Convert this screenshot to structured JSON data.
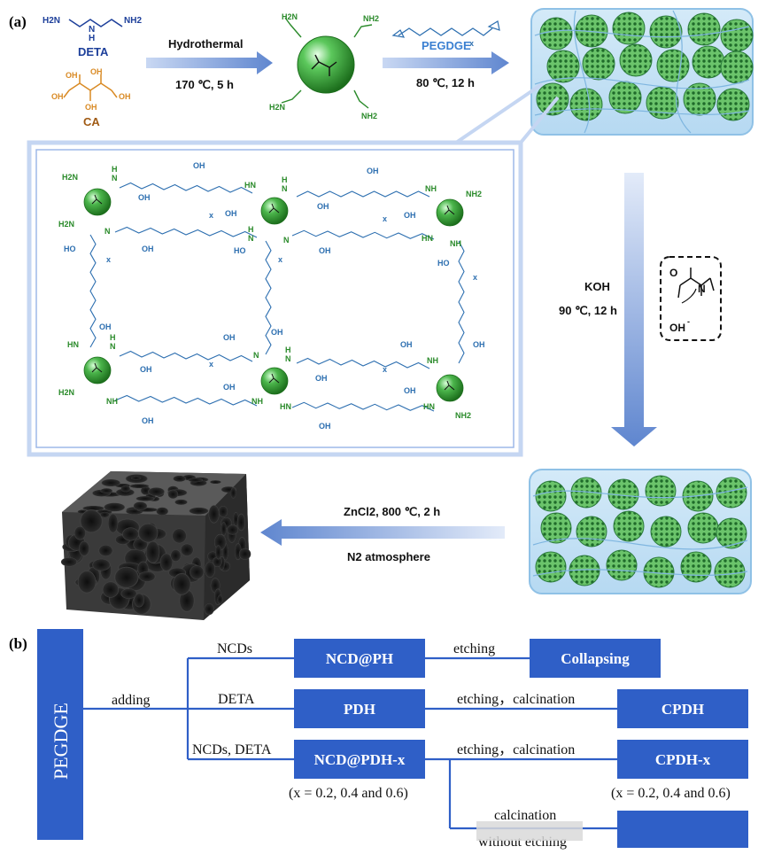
{
  "panel_a": {
    "label": "(a)",
    "deta": {
      "nh2_left": "H2N",
      "nh2_right": "NH2",
      "nh": "N",
      "h": "H",
      "name": "DETA"
    },
    "ca": {
      "oh1": "OH",
      "oh2": "OH",
      "oh3": "OH",
      "oh4": "OH",
      "oh5": "OH",
      "name": "CA"
    },
    "step1": {
      "reagent": "Hydrothermal",
      "conditions": "170 ℃, 5 h"
    },
    "ncd": {
      "nh2_a": "H2N",
      "nh2_b": "NH2",
      "nh2_c": "H2N",
      "nh2_d": "NH2"
    },
    "step2": {
      "reagent": "PEGDGE",
      "conditions": "80 ℃, 12 h",
      "x": "x"
    },
    "step3": {
      "reagent": "KOH",
      "conditions": "90 ℃, 12 h",
      "oh": "OH"
    },
    "step4": {
      "reagent": "ZnCl2, 800 ℃, 2 h",
      "atmosphere": "N2 atmosphere"
    },
    "network": {
      "nh2": "NH2",
      "h2n": "H2N",
      "nh": "NH",
      "hn": "HN",
      "oh": "OH",
      "ho": "HO",
      "n": "N",
      "h": "H",
      "x": "x"
    }
  },
  "panel_b": {
    "label": "(b)",
    "start": "PEGDGE",
    "adding": "adding",
    "branches": [
      {
        "input": "NCDs",
        "product": "NCD@PH",
        "process": "etching",
        "result": "Collapsing",
        "note": ""
      },
      {
        "input": "DETA",
        "product": "PDH",
        "process": "etching，calcination",
        "result": "CPDH",
        "note": ""
      },
      {
        "input": "NCDs, DETA",
        "product": "NCD@PDH-x",
        "process": "etching，calcination",
        "result": "CPDH-x",
        "note": "(x = 0.2, 0.4 and 0.6)"
      }
    ],
    "product_note": "(x = 0.2, 0.4 and 0.6)",
    "last_branch": {
      "process_top": "calcination",
      "process_bottom": "without etching"
    }
  },
  "colors": {
    "flow_box": "#2f5fc7",
    "arrow": "#5f86cf",
    "sphere": "#2ea043",
    "amine_green": "#2a8a2a",
    "peg_blue": "#2d6fb0"
  }
}
